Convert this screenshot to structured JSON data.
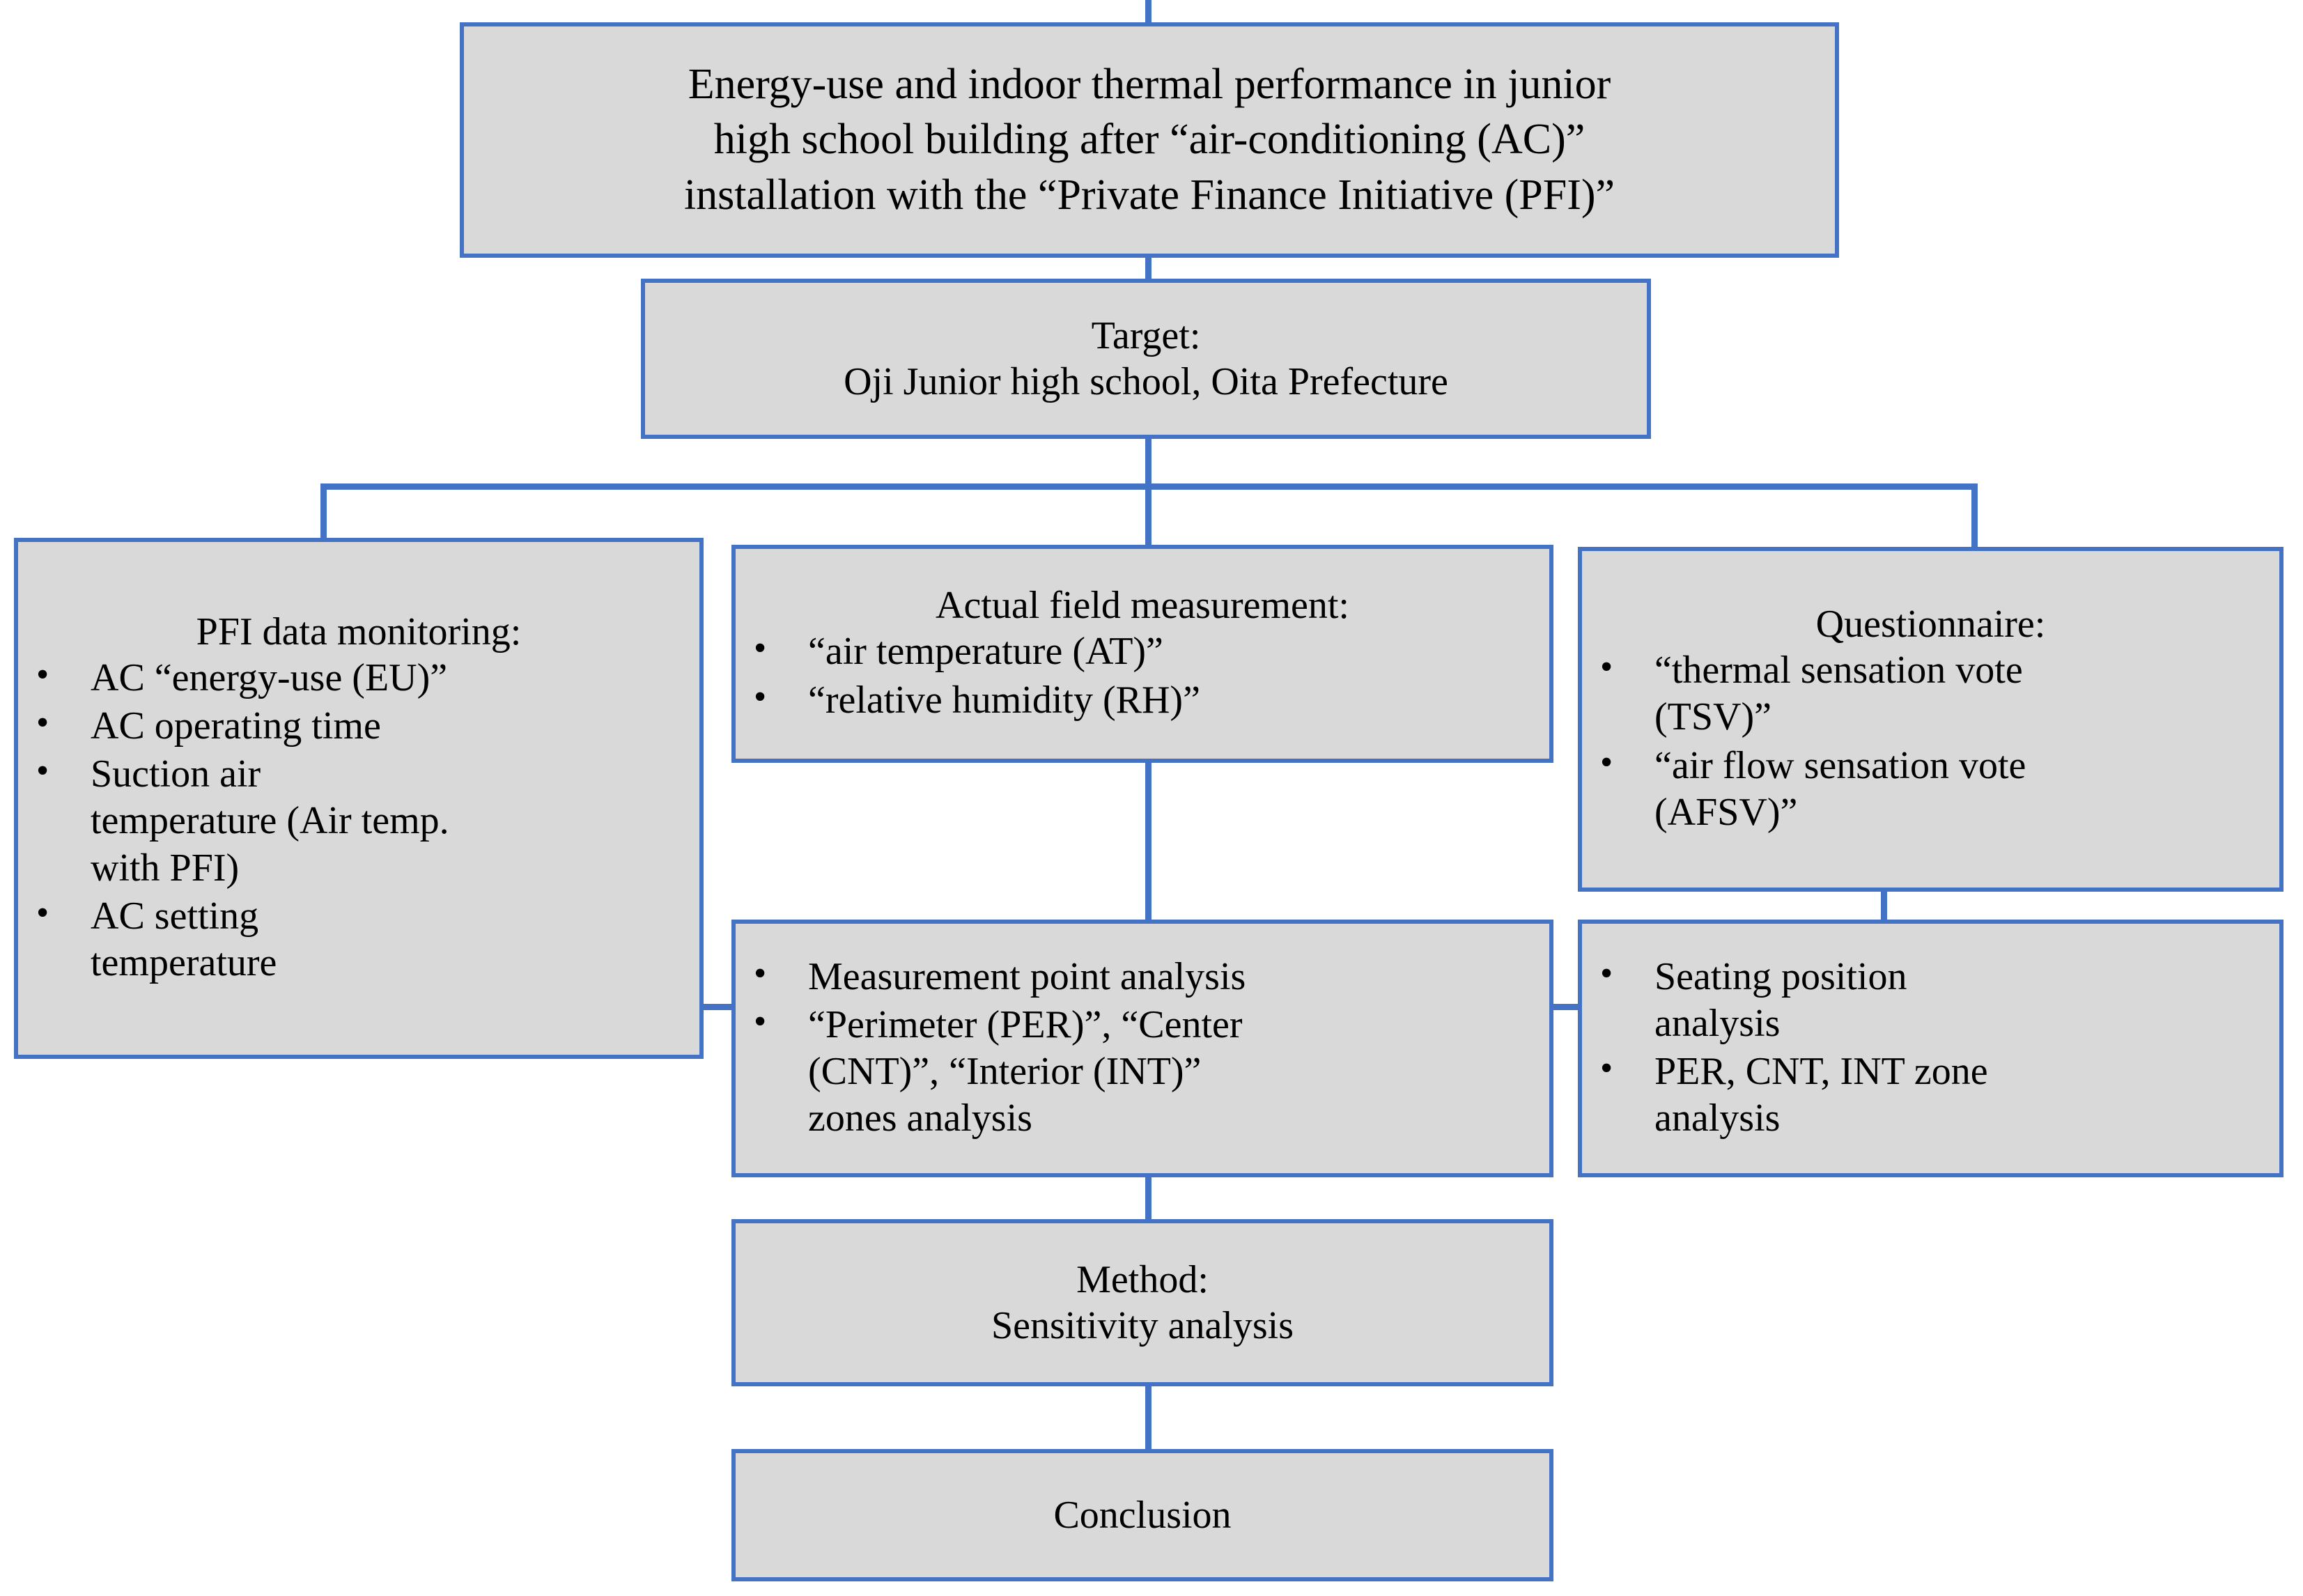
{
  "diagram": {
    "type": "flowchart",
    "colors": {
      "box_border": "#4472C4",
      "box_fill": "#D9D9D9",
      "connector": "#4472C4",
      "text": "#000000",
      "background": "#FFFFFF"
    },
    "nodes": {
      "title": {
        "text": "Energy-use and indoor thermal performance in junior high school building after “air-conditioning (AC)” installation with the “Private Finance Initiative (PFI)”"
      },
      "target": {
        "heading": "Target:",
        "line2": "Oji Junior high school, Oita Prefecture"
      },
      "pfi_data_monitoring": {
        "heading": "PFI data monitoring:",
        "bullets": [
          "AC “energy-use (EU)”",
          "AC operating time",
          "Suction air temperature (Air temp. with PFI)",
          "AC setting temperature"
        ]
      },
      "actual_field_measurement": {
        "heading": "Actual field measurement:",
        "bullets": [
          "“air temperature (AT)”",
          "“relative humidity (RH)”"
        ]
      },
      "questionnaire": {
        "heading": "Questionnaire:",
        "bullets": [
          "“thermal sensation vote (TSV)”",
          "“air flow sensation vote (AFSV)”"
        ]
      },
      "measurement_point_analysis": {
        "bullets": [
          "Measurement point analysis",
          "“Perimeter (PER)”, “Center (CNT)”, “Interior (INT)” zones analysis"
        ]
      },
      "seating_position_analysis": {
        "bullets": [
          "Seating position analysis",
          "PER, CNT, INT zone analysis"
        ]
      },
      "method": {
        "heading": "Method:",
        "line2": "Sensitivity analysis"
      },
      "conclusion": {
        "label": "Conclusion"
      }
    },
    "title_lines": [
      "Energy-use and indoor thermal performance in junior",
      "high school building after “air-conditioning (AC)”",
      "installation with the “Private Finance Initiative (PFI)”"
    ],
    "pfi_bullet_lines": [
      [
        "AC “energy-use (EU)”"
      ],
      [
        "AC operating time"
      ],
      [
        "Suction air",
        "temperature (Air temp.",
        "with PFI)"
      ],
      [
        "AC setting",
        "temperature"
      ]
    ],
    "quest_bullet_lines": [
      [
        "“thermal sensation vote",
        "(TSV)”"
      ],
      [
        "“air flow sensation vote",
        "(AFSV)”"
      ]
    ],
    "mpa_bullet_lines": [
      [
        "Measurement point analysis"
      ],
      [
        "“Perimeter (PER)”, “Center",
        "(CNT)”, “Interior (INT)”",
        "zones analysis"
      ]
    ],
    "seat_bullet_lines": [
      [
        "Seating position",
        "analysis"
      ],
      [
        "PER, CNT, INT zone",
        "analysis"
      ]
    ],
    "field_bullet_lines": [
      [
        "“air temperature (AT)”"
      ],
      [
        "“relative humidity (RH)”"
      ]
    ]
  }
}
